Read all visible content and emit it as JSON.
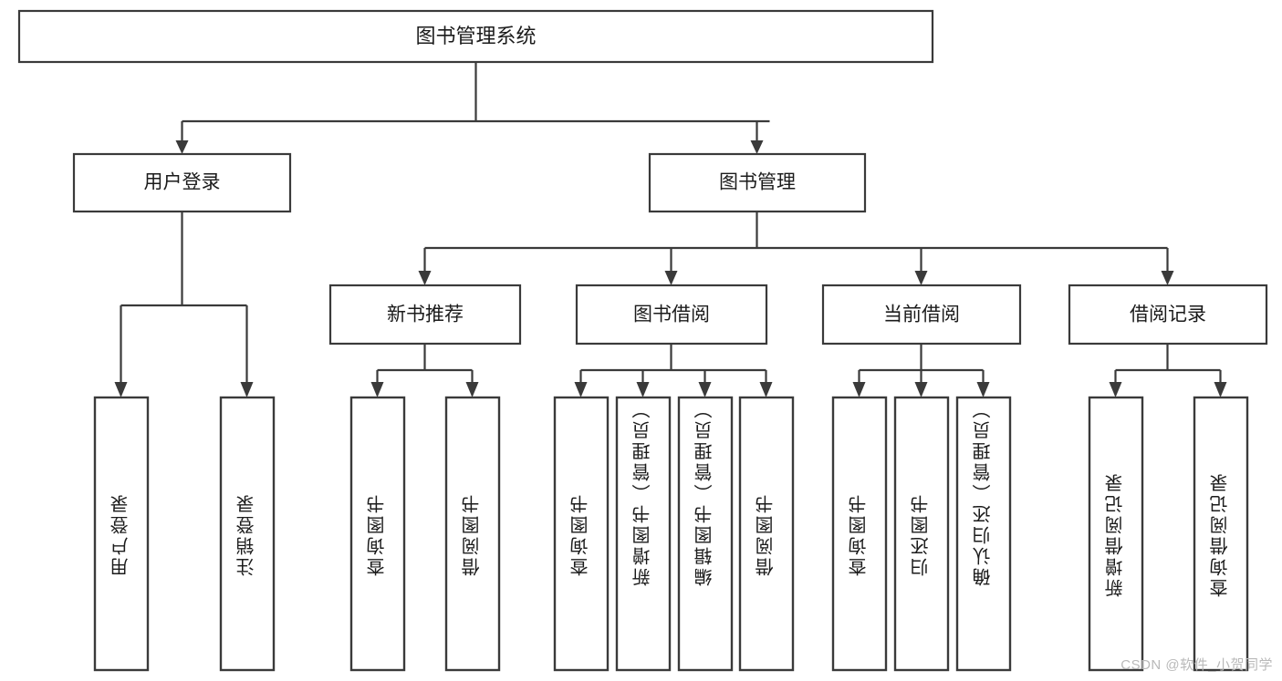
{
  "diagram": {
    "type": "tree",
    "title": "图书管理系统",
    "orientation": "top-down",
    "colors": {
      "box_stroke": "#3a3a3a",
      "box_fill": "#ffffff",
      "connector": "#3a3a3a",
      "text": "#1b1b1b",
      "background": "#ffffff",
      "watermark": "#b9b9b9"
    },
    "root": {
      "id": "root",
      "label": "图书管理系统"
    },
    "level2": [
      {
        "id": "user-login",
        "label": "用户登录"
      },
      {
        "id": "book-manage",
        "label": "图书管理"
      }
    ],
    "level3": [
      {
        "id": "new-book-recommend",
        "label": "新书推荐",
        "parent": "book-manage"
      },
      {
        "id": "book-borrow",
        "label": "图书借阅",
        "parent": "book-manage"
      },
      {
        "id": "current-borrow",
        "label": "当前借阅",
        "parent": "book-manage"
      },
      {
        "id": "borrow-record",
        "label": "借阅记录",
        "parent": "book-manage"
      }
    ],
    "leaves": [
      {
        "id": "leaf-user-login",
        "label": "用户登录",
        "parent": "user-login"
      },
      {
        "id": "leaf-user-logout",
        "label": "注销登录",
        "parent": "user-login"
      },
      {
        "id": "leaf-query-book-1",
        "label": "查询图书",
        "parent": "new-book-recommend"
      },
      {
        "id": "leaf-borrow-book-1",
        "label": "借阅图书",
        "parent": "new-book-recommend"
      },
      {
        "id": "leaf-query-book-2",
        "label": "查询图书",
        "parent": "book-borrow"
      },
      {
        "id": "leaf-add-book",
        "label": "新增图书（管理员）",
        "parent": "book-borrow"
      },
      {
        "id": "leaf-edit-book",
        "label": "编辑图书（管理员）",
        "parent": "book-borrow"
      },
      {
        "id": "leaf-borrow-book-2",
        "label": "借阅图书",
        "parent": "book-borrow"
      },
      {
        "id": "leaf-query-book-3",
        "label": "查询图书",
        "parent": "current-borrow"
      },
      {
        "id": "leaf-return-book",
        "label": "归还图书",
        "parent": "current-borrow"
      },
      {
        "id": "leaf-confirm-return",
        "label": "确认归还（管理员）",
        "parent": "current-borrow"
      },
      {
        "id": "leaf-add-record",
        "label": "新增借阅记录",
        "parent": "borrow-record"
      },
      {
        "id": "leaf-query-record",
        "label": "查询借阅记录",
        "parent": "borrow-record"
      }
    ]
  },
  "watermark": {
    "text": "CSDN @软件_小贺同学"
  }
}
